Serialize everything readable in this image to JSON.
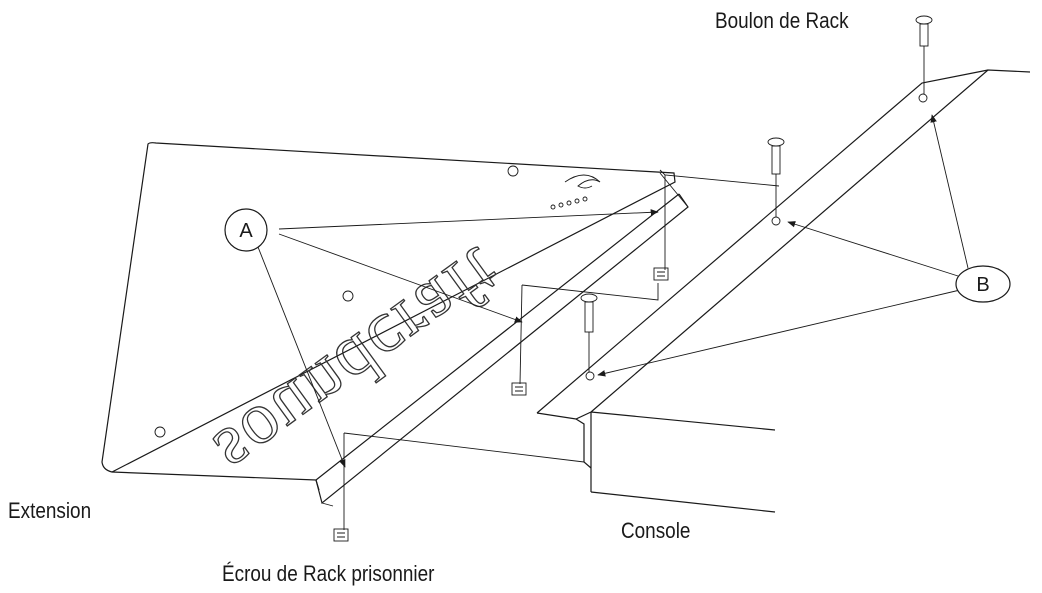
{
  "labels": {
    "rack_bolt": "Boulon de Rack",
    "extension": "Extension",
    "console": "Console",
    "captive_nut": "Écrou de Rack prisonnier"
  },
  "callouts": {
    "a": "A",
    "b": "B"
  },
  "brand": {
    "text": "soundcraft"
  },
  "colors": {
    "ink": "#1a1a1a",
    "background": "#ffffff"
  }
}
